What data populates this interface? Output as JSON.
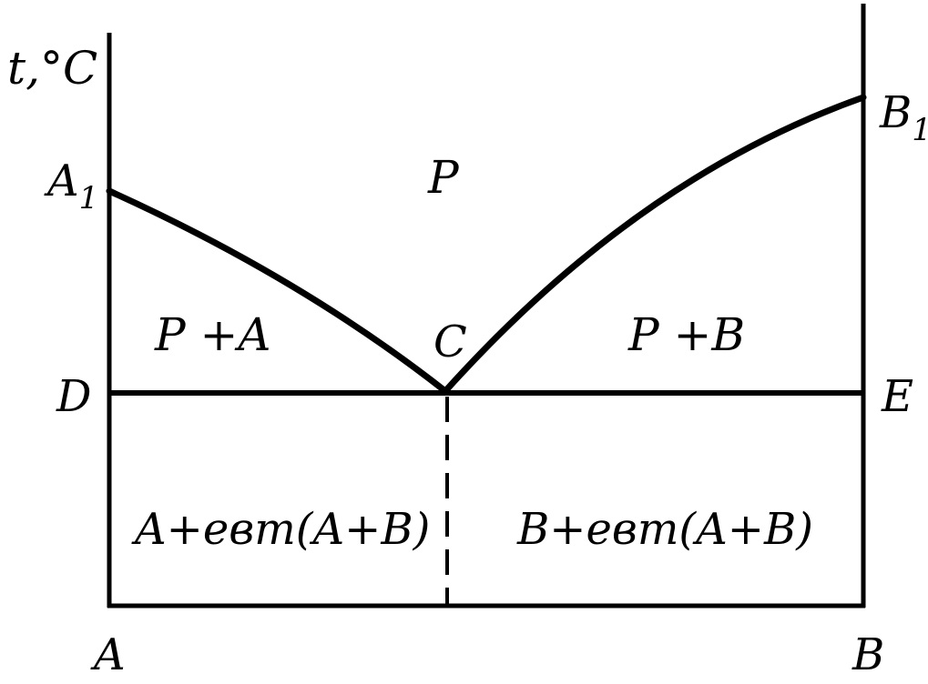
{
  "axis": {
    "temperature_label": "t,°C"
  },
  "points": {
    "A": "A",
    "B": "B",
    "A1_base": "A",
    "A1_sub": "1",
    "B1_base": "B",
    "B1_sub": "1",
    "C": "C",
    "D": "D",
    "E": "E"
  },
  "regions": {
    "liquid": "P",
    "liquid_plus_A": "P +A",
    "liquid_plus_B": "P +B",
    "left_solid": "A+eвm(A+B)",
    "right_solid": "B+eвm(A+B)"
  },
  "colors": {
    "line": "#000000",
    "background": "#ffffff"
  }
}
